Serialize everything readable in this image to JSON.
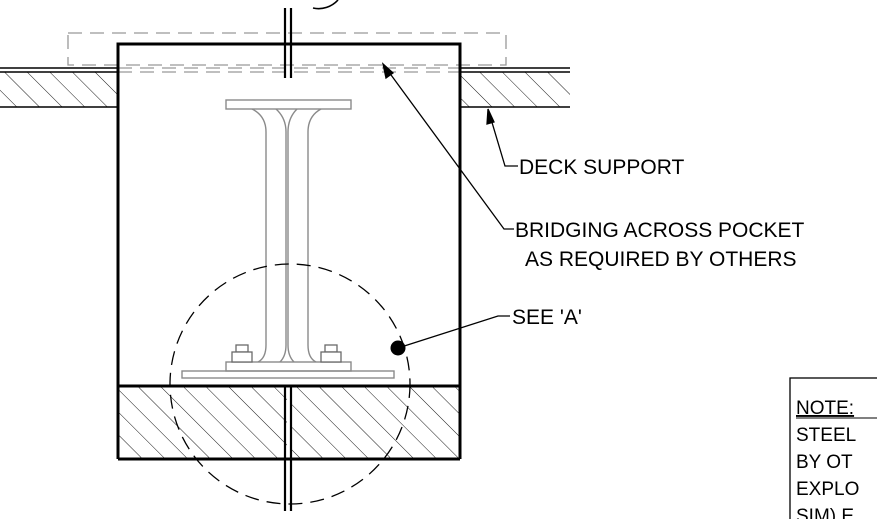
{
  "labels": {
    "deck_support": "DECK SUPPORT",
    "bridging_line1": "BRIDGING ACROSS POCKET",
    "bridging_line2": "AS REQUIRED BY OTHERS",
    "see_a": "SEE 'A'"
  },
  "note": {
    "title": "NOTE:",
    "lines": [
      "STEEL",
      "BY OT",
      "EXPLO",
      "SIM) E"
    ]
  }
}
